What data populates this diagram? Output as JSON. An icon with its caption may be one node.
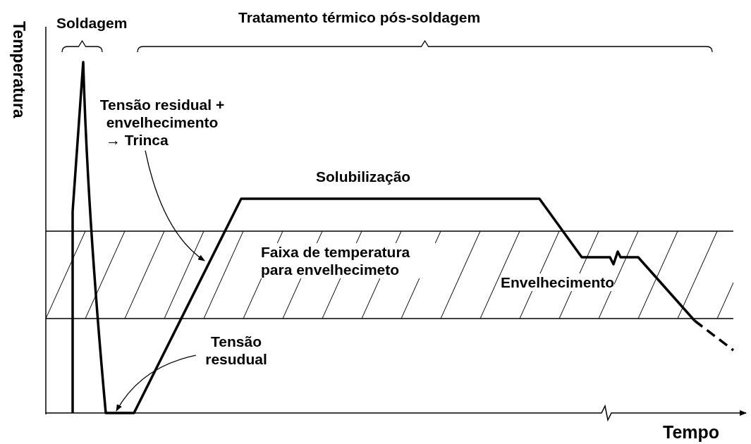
{
  "diagram": {
    "nodes": [
      {
        "text": [
          "Tensão residual + envelhecimento",
          "→ Trinca"
        ]
      },
      {
        "text": [
          "Tensão resudual"
        ]
      }
    ],
    "edges": [
      {
        "from": 0,
        "to": null,
        "arrow": "to"
      },
      {
        "from": 1,
        "to": null,
        "arrow": "to"
      }
    ],
    "labels": [
      "Temperatura",
      "Soldagem",
      "Tratamento térmico pós-soldagem",
      "Solubilização",
      "Faixa de temperatura para envelhecimeto",
      "Envelhecimento",
      "Tempo"
    ]
  }
}
